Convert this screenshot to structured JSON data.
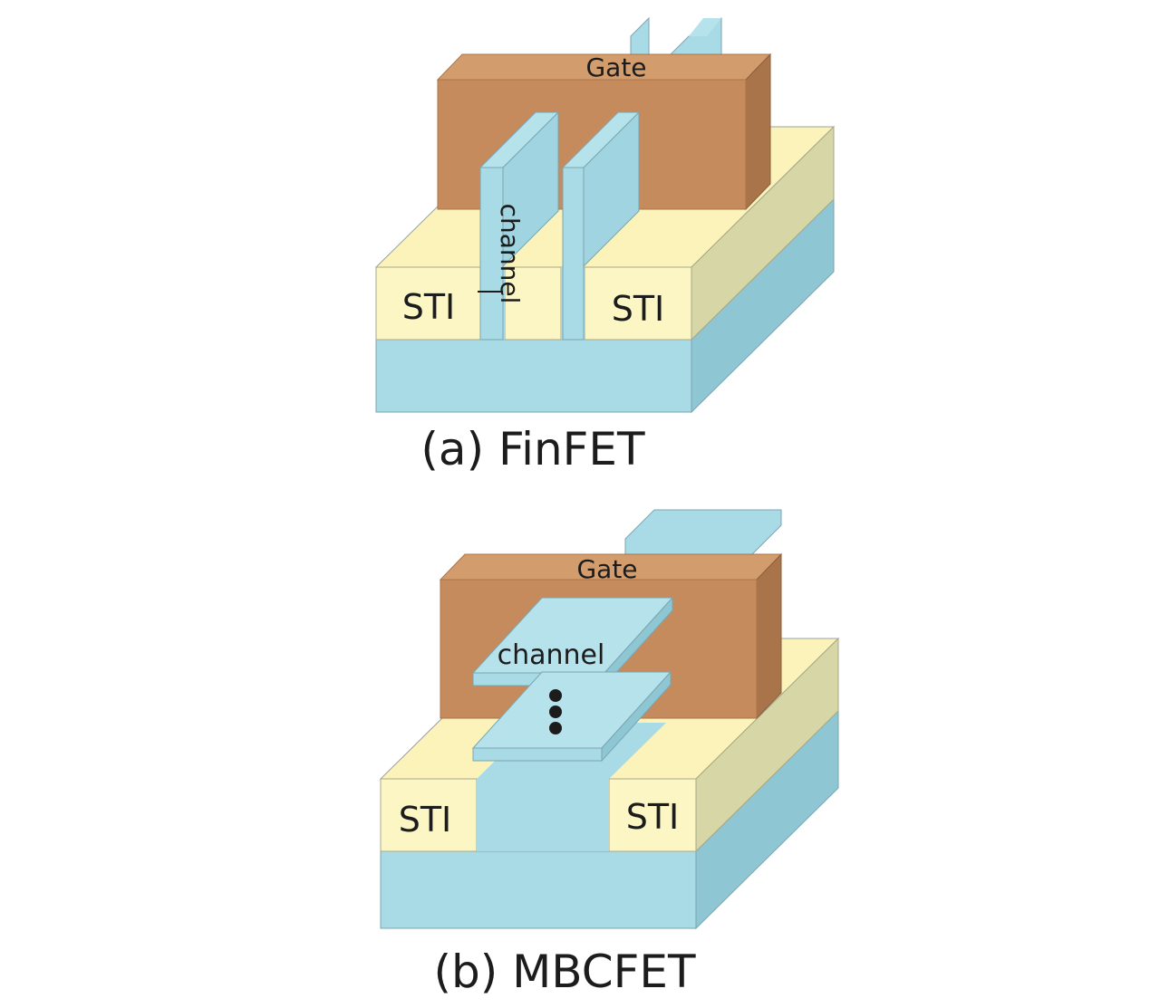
{
  "colors": {
    "silicon_front": "#a8dbe6",
    "silicon_top": "#b6e2ec",
    "silicon_side": "#8ec6d3",
    "sti_front": "#fbf6c4",
    "sti_top": "#fbf3b9",
    "sti_side": "#d6d6a6",
    "gate_front": "#c68b5c",
    "gate_top": "#d39c6c",
    "gate_side": "#a9744a",
    "background": "#ffffff"
  },
  "finfet": {
    "gate_label": "Gate",
    "channel_label": "channel",
    "sti_left_label": "STI",
    "sti_right_label": "STI",
    "caption": "(a) FinFET"
  },
  "mbcfet": {
    "gate_label": "Gate",
    "channel_label": "channel",
    "sti_left_label": "STI",
    "sti_right_label": "STI",
    "caption": "(b) MBCFET"
  }
}
